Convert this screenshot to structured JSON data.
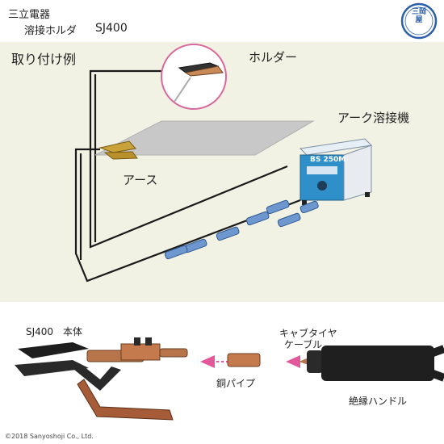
{
  "header": {
    "brand": "三立電器",
    "product_prefix": "溶接ホルダ",
    "model": "SJ400"
  },
  "logo": {
    "text": "三岡屋"
  },
  "diagram": {
    "section_title": "取り付け例",
    "holder_label": "ホルダー",
    "welder_label": "アーク溶接機",
    "welder_badge": "BS 250M",
    "earth_label": "アース"
  },
  "parts": {
    "body_label": "SJ400　本体",
    "cap_line1": "キャブタイヤ",
    "cap_line2": "ケーブル",
    "pipe_label": "銅パイプ",
    "handle_label": "絶縁ハンドル"
  },
  "footer": {
    "copyright": "©2018 Sanyoshoji Co., Ltd."
  },
  "colors": {
    "panel_bg": "#f2f2e4",
    "arrow": "#e2589b",
    "highlight_circle": "#d9689c",
    "welder_body": "#2f8fc9",
    "connector_blue": "#6f97cf",
    "copper": "#b8744a"
  }
}
